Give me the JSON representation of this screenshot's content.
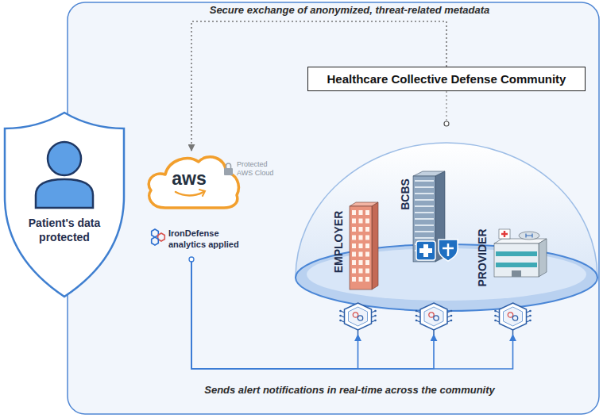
{
  "diagram": {
    "nodes": [
      {
        "text": [
          "Patient's data protected"
        ]
      },
      {
        "text": [
          "aws",
          "Protected AWS Cloud",
          "IronDefense analytics applied"
        ]
      },
      {
        "text": [
          "Healthcare Collective Defense Community"
        ]
      },
      {
        "text": [
          "EMPLOYER"
        ],
        "in": 2
      },
      {
        "text": [
          "BCBS"
        ],
        "in": 2
      },
      {
        "text": [
          "PROVIDER"
        ],
        "in": 2
      }
    ],
    "edges": [
      {
        "from": 2,
        "to": 1,
        "arrow": "to",
        "label": "Secure exchange of anonymized, threat-related metadata"
      },
      {
        "from": 1,
        "to": 3,
        "arrow": "to"
      },
      {
        "from": 1,
        "to": 4,
        "arrow": "to"
      },
      {
        "from": 1,
        "to": 5,
        "arrow": "to"
      }
    ],
    "labels": [
      "Sends alert notifications in real-time across the community"
    ]
  }
}
